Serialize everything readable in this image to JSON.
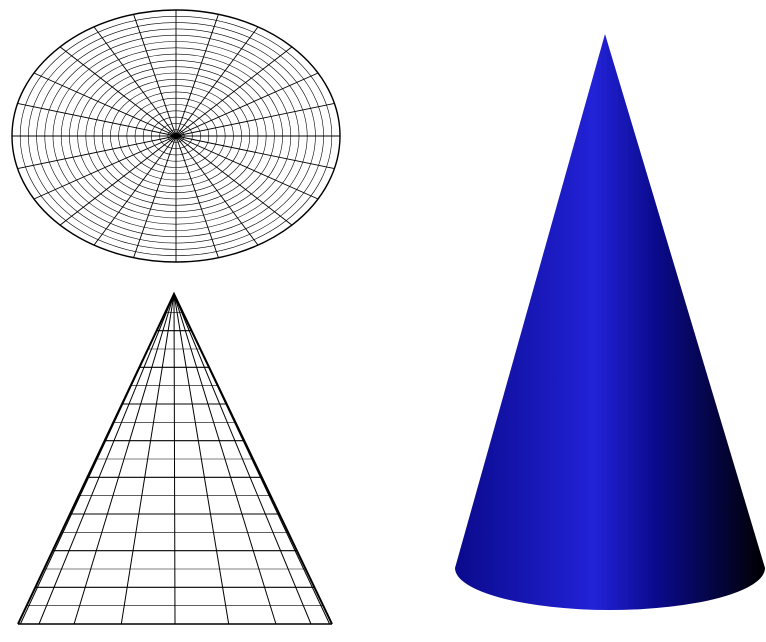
{
  "figure": {
    "background": "#ffffff",
    "line_color": "#000000",
    "views": [
      {
        "view": "top",
        "style": "wireframe",
        "radial_segments": 24,
        "concentric_rings": 20
      },
      {
        "view": "front",
        "style": "wireframe",
        "meridian_lines": 9,
        "horizontal_rings": 18
      },
      {
        "view": "perspective",
        "style": "shaded",
        "colors": {
          "base": "#0a0a8c",
          "highlight": "#2222d8",
          "shadow": "#000000"
        }
      }
    ]
  }
}
